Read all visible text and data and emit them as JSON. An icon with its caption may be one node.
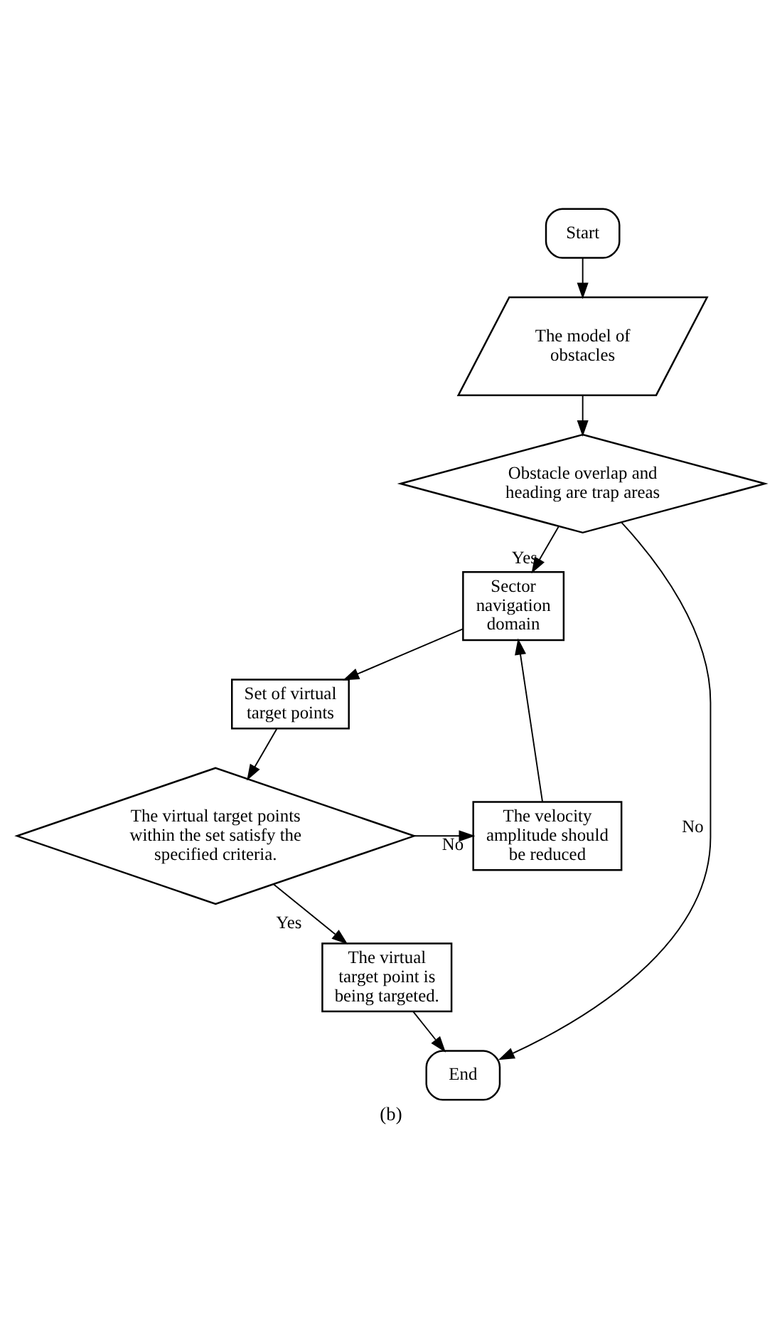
{
  "diagram": {
    "caption": "(b)",
    "nodes": [
      {
        "text": [
          "Start"
        ]
      },
      {
        "text": [
          "The model of obstacles"
        ]
      },
      {
        "text": [
          "Obstacle overlap and heading are trap areas"
        ]
      },
      {
        "text": [
          "Sector navigation domain"
        ]
      },
      {
        "text": [
          "Set of virtual target points"
        ]
      },
      {
        "text": [
          "The virtual target points within the set satisfy the specified criteria."
        ]
      },
      {
        "text": [
          "The velocity amplitude should be reduced"
        ]
      },
      {
        "text": [
          "The virtual target point is being targeted."
        ]
      },
      {
        "text": [
          "End"
        ]
      }
    ],
    "edges": [
      {
        "from": 0,
        "to": 1,
        "arrow": "to"
      },
      {
        "from": 1,
        "to": 2,
        "arrow": "to"
      },
      {
        "from": 2,
        "to": 3,
        "arrow": "to",
        "label": "Yes"
      },
      {
        "from": 2,
        "to": 8,
        "arrow": "to",
        "label": "No"
      },
      {
        "from": 3,
        "to": 4,
        "arrow": "to"
      },
      {
        "from": 4,
        "to": 5,
        "arrow": "to"
      },
      {
        "from": 5,
        "to": 6,
        "arrow": "to",
        "label": "No"
      },
      {
        "from": 6,
        "to": 3,
        "arrow": "to"
      },
      {
        "from": 5,
        "to": 7,
        "arrow": "to",
        "label": "Yes"
      },
      {
        "from": 7,
        "to": 8,
        "arrow": "to"
      }
    ]
  }
}
